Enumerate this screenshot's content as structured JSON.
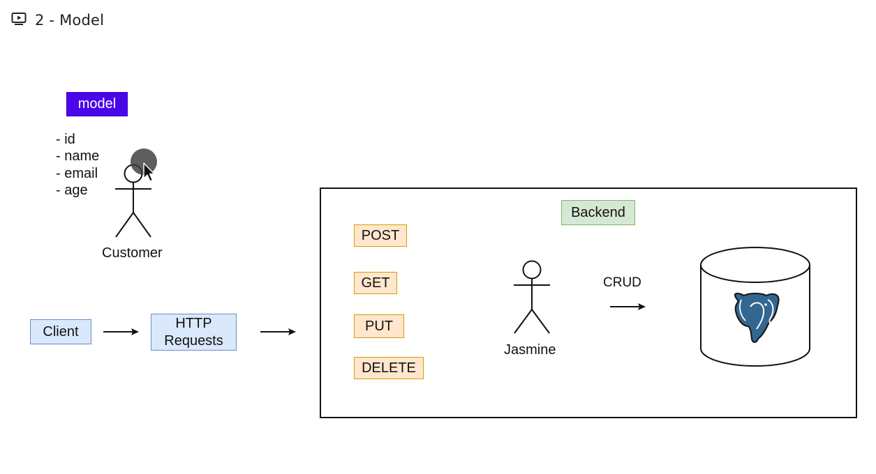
{
  "header": {
    "title": "2 - Model",
    "icon": "video-play-icon"
  },
  "model": {
    "tag": "model",
    "fields": [
      "- id",
      "- name",
      "- email",
      "- age"
    ]
  },
  "customer": {
    "label": "Customer"
  },
  "flow": {
    "client": "Client",
    "http_line1": "HTTP",
    "http_line2": "Requests"
  },
  "backend": {
    "label": "Backend",
    "methods": [
      "POST",
      "GET",
      "PUT",
      "DELETE"
    ],
    "actor": "Jasmine",
    "crud": "CRUD",
    "database_icon": "postgresql-elephant-icon"
  },
  "colors": {
    "model_tag": "#4a06e8",
    "blue_box": "#dae8fc",
    "orange_box": "#ffe6cc",
    "green_box": "#d5e8d4",
    "postgres_blue": "#336791"
  }
}
